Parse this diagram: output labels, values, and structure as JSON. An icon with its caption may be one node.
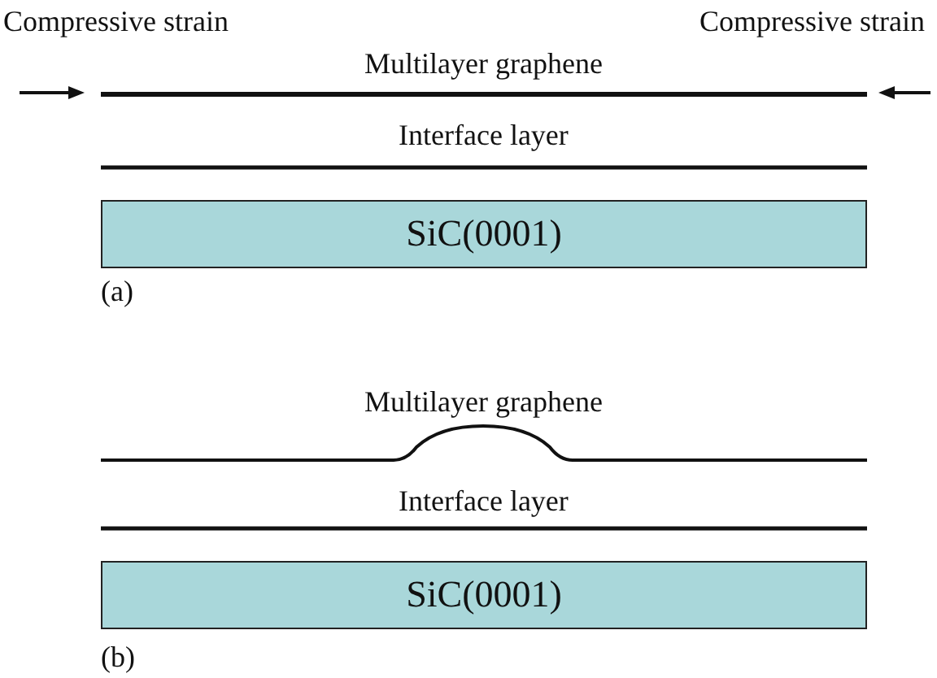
{
  "diagram": {
    "nodes": [
      {
        "text": [
          "SiC(0001)"
        ]
      },
      {
        "text": [
          "SiC(0001)"
        ]
      }
    ],
    "labels": [
      "Compressive strain",
      "Multilayer graphene",
      "Compressive strain",
      "Interface layer",
      "(a)",
      "Multilayer graphene",
      "Interface layer",
      "(b)"
    ]
  }
}
